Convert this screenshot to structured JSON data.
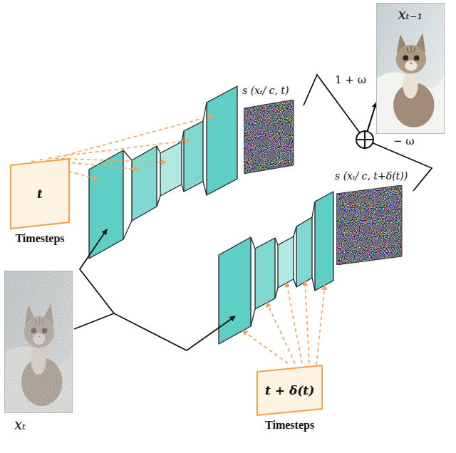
{
  "diagram": {
    "nodes": [
      {
        "text": [
          "t",
          "Timesteps"
        ]
      },
      {
        "text": [
          "xₜ"
        ]
      },
      {
        "text": [
          "s (xₜ/ c, t)"
        ]
      },
      {
        "text": [
          "xₜ₋₁"
        ]
      },
      {
        "text": [
          "s (xₜ/ c, t+δ(t))"
        ]
      },
      {
        "text": [
          "t + δ(t)",
          "Timesteps"
        ]
      }
    ],
    "edges": [
      {
        "from": 2,
        "to": 3,
        "label": "1 + ω",
        "arrow": "to"
      },
      {
        "from": 4,
        "to": 3,
        "label": "− ω",
        "arrow": "to"
      }
    ]
  }
}
